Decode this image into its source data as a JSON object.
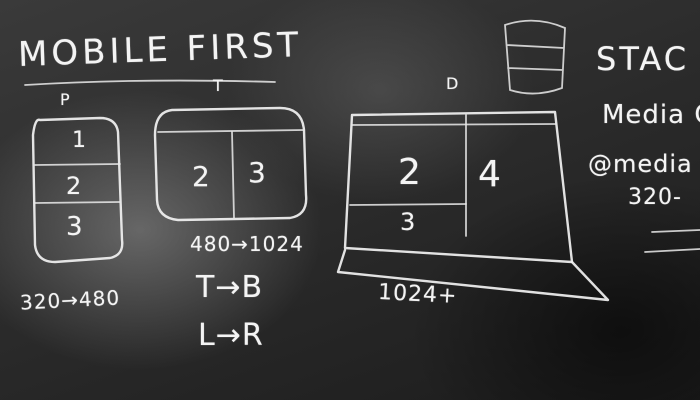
{
  "title": "MOBILE FIRST",
  "portrait": {
    "label": "P",
    "cells": [
      "1",
      "2",
      "3"
    ],
    "range": "320→480"
  },
  "tablet": {
    "label": "T",
    "cells": [
      "2",
      "3"
    ],
    "range": "480→1024",
    "rule1": "T→B",
    "rule2": "L→R"
  },
  "desktop": {
    "label": "D",
    "cells": [
      "2",
      "4",
      "3"
    ],
    "range": "1024+"
  },
  "notes": {
    "stack": "STAC",
    "media": "Media C",
    "query": "@media",
    "size": "320-"
  }
}
